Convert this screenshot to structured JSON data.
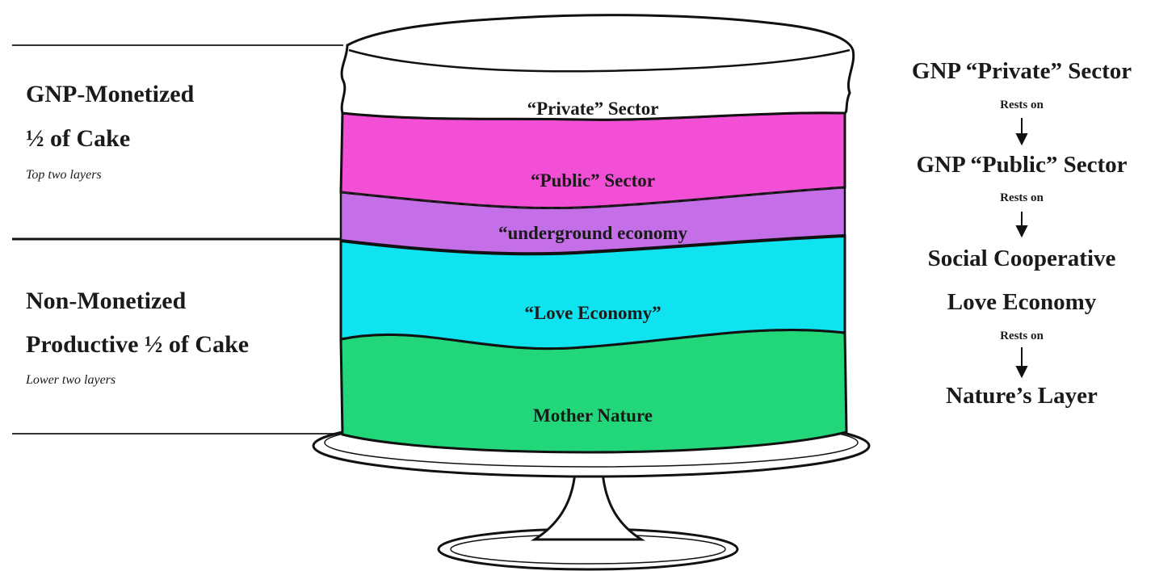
{
  "left": {
    "top_title_1": "GNP-Monetized",
    "top_title_2": "½ of Cake",
    "top_sub": "Top two layers",
    "bottom_title_1": "Non-Monetized",
    "bottom_title_2": "Productive ½ of Cake",
    "bottom_sub": "Lower two layers"
  },
  "layers": {
    "private": "“Private” Sector",
    "public": "“Public” Sector",
    "underground": "“underground economy",
    "love": "“Love Economy”",
    "nature": "Mother Nature"
  },
  "right": {
    "item1": "GNP “Private” Sector",
    "rests1": "Rests on",
    "item2": "GNP “Public” Sector",
    "rests2": "Rests on",
    "item3a": "Social Cooperative",
    "item3b": "Love Economy",
    "rests3": "Rests on",
    "item4": "Nature’s Layer"
  },
  "colors": {
    "private": "#ffffff",
    "public": "#f24fd6",
    "underground": "#c46ee8",
    "love": "#0fe3f0",
    "nature": "#22d67a"
  }
}
